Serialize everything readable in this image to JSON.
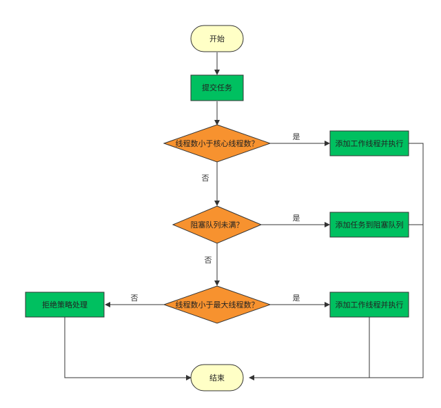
{
  "nodes": {
    "start": {
      "label": "开始"
    },
    "submit": {
      "label": "提交任务"
    },
    "core_check": {
      "label": "线程数小于核心线程数？"
    },
    "add_worker_1": {
      "label": "添加工作线程并执行"
    },
    "queue_check": {
      "label": "阻塞队列未满？"
    },
    "add_queue": {
      "label": "添加任务到阻塞队列"
    },
    "max_check": {
      "label": "线程数小于最大线程数？"
    },
    "add_worker_2": {
      "label": "添加工作线程并执行"
    },
    "reject": {
      "label": "拒绝策略处理"
    },
    "end": {
      "label": "结束"
    }
  },
  "edges": {
    "core_yes": "是",
    "core_no": "否",
    "queue_yes": "是",
    "queue_no": "否",
    "max_yes": "是",
    "max_no": "否"
  },
  "colors": {
    "terminal_fill": "#ffffc6",
    "terminal_stroke": "#333333",
    "process_fill": "#00c060",
    "process_stroke": "#333333",
    "decision_fill": "#f7922f",
    "decision_stroke": "#333333",
    "line": "#333333"
  }
}
